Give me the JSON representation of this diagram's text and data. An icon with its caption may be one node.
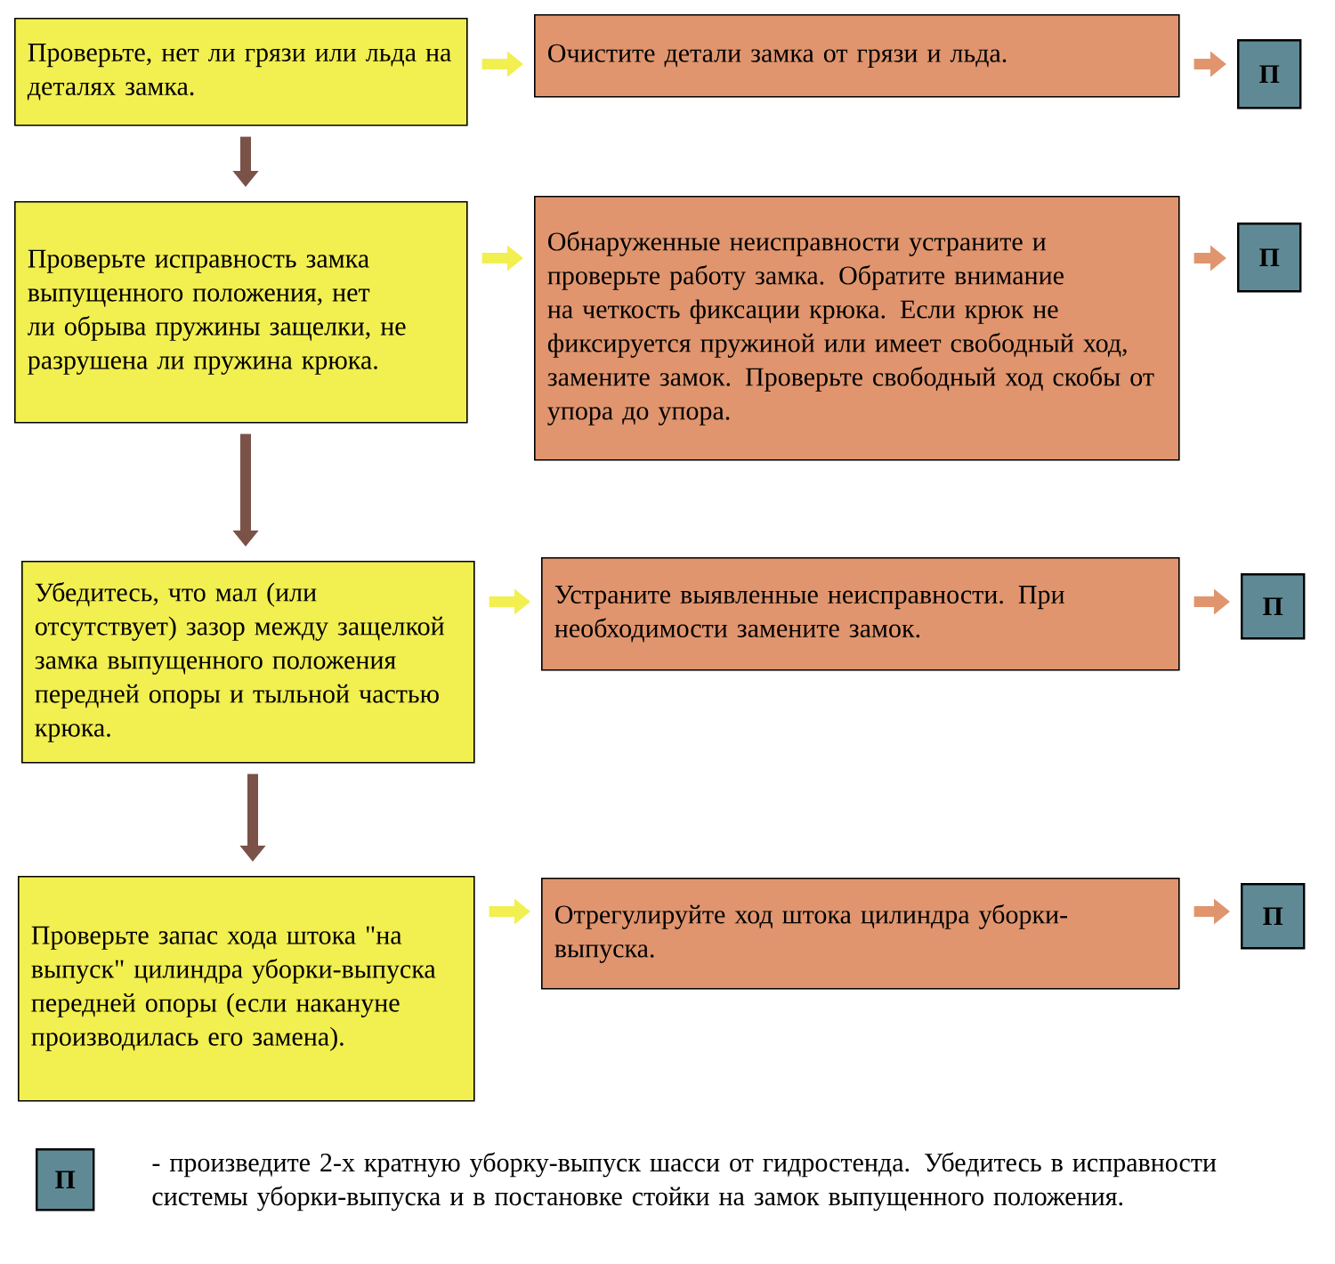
{
  "diagram": {
    "nodes": [
      {
        "text": [
          "Проверьте, нет ли грязи или льда на деталях замка."
        ]
      },
      {
        "text": [
          "Проверьте исправность замка выпущенного положения, нет ли обрыва пружины защелки, не разрушена ли пружина крюка."
        ]
      },
      {
        "text": [
          "Убедитесь, что мал (или отсутствует) зазор между защелкой замка выпущенного положения передней опоры и тыльной частью крюка."
        ]
      },
      {
        "text": [
          "Проверьте запас хода штока \"на выпуск\" цилиндра уборки-выпуска передней опоры (если накануне производилась его замена)."
        ]
      },
      {
        "text": [
          "Очистите детали замка от грязи и льда."
        ]
      },
      {
        "text": [
          "Обнаруженные неисправности устраните и проверьте работу замка. Обратите внимание на четкость фиксации крюка. Если крюк не фиксируется пружиной или имеет свободный ход, замените замок. Проверьте свободный ход скобы от упора до упора."
        ]
      },
      {
        "text": [
          "Устраните выявленные неисправности. При необходимости замените замок."
        ]
      },
      {
        "text": [
          "Отрегулируйте ход штока цилиндра уборки-выпуска."
        ]
      },
      {
        "text": [
          "П"
        ]
      },
      {
        "text": [
          "П"
        ]
      },
      {
        "text": [
          "П"
        ]
      },
      {
        "text": [
          "П"
        ]
      },
      {
        "text": [
          "П"
        ],
        "beside": [
          "- произведите 2-х кратную уборку-выпуск шасси от гидростенда. Убедитесь в исправности системы уборки-выпуска и в постановке стойки на замок выпущенного положения."
        ]
      }
    ],
    "edges": [
      {
        "from": 0,
        "to": 4,
        "arrow": "to",
        "color": "#f2ef50"
      },
      {
        "from": 1,
        "to": 5,
        "arrow": "to",
        "color": "#f2ef50"
      },
      {
        "from": 2,
        "to": 6,
        "arrow": "to",
        "color": "#f2ef50"
      },
      {
        "from": 3,
        "to": 7,
        "arrow": "to",
        "color": "#f2ef50"
      },
      {
        "from": 4,
        "to": 8,
        "arrow": "to",
        "color": "#e0956e"
      },
      {
        "from": 5,
        "to": 9,
        "arrow": "to",
        "color": "#e0956e"
      },
      {
        "from": 6,
        "to": 10,
        "arrow": "to",
        "color": "#e0956e"
      },
      {
        "from": 7,
        "to": 11,
        "arrow": "to",
        "color": "#e0956e"
      },
      {
        "from": 0,
        "to": 1,
        "arrow": "to",
        "color": "#7a5248"
      },
      {
        "from": 1,
        "to": 2,
        "arrow": "to",
        "color": "#7a5248"
      },
      {
        "from": 2,
        "to": 3,
        "arrow": "to",
        "color": "#7a5248"
      }
    ]
  }
}
